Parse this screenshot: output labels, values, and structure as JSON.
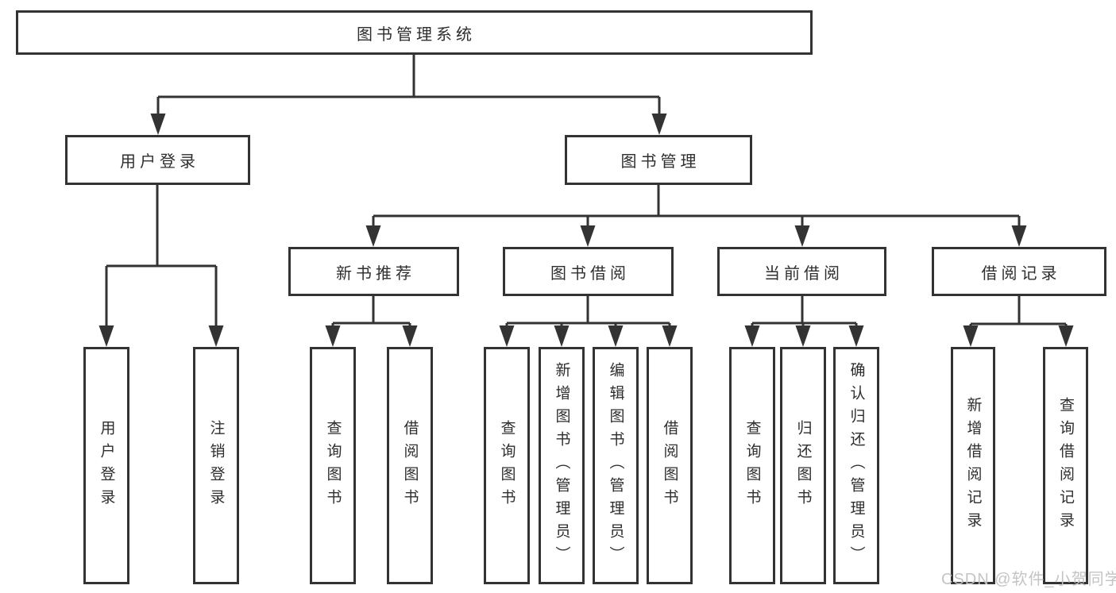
{
  "diagram": {
    "tree": {
      "root": {
        "label": "图书管理系统"
      },
      "level2": [
        {
          "label": "用户登录",
          "children": [
            {
              "label": "用户登录"
            },
            {
              "label": "注销登录"
            }
          ]
        },
        {
          "label": "图书管理",
          "children": [
            {
              "label": "新书推荐",
              "children": [
                {
                  "label": "查询图书"
                },
                {
                  "label": "借阅图书"
                }
              ]
            },
            {
              "label": "图书借阅",
              "children": [
                {
                  "label": "查询图书"
                },
                {
                  "label": "新增图书（管理员）"
                },
                {
                  "label": "编辑图书（管理员）"
                },
                {
                  "label": "借阅图书"
                }
              ]
            },
            {
              "label": "当前借阅",
              "children": [
                {
                  "label": "查询图书"
                },
                {
                  "label": "归还图书"
                },
                {
                  "label": "确认归还（管理员）"
                }
              ]
            },
            {
              "label": "借阅记录",
              "children": [
                {
                  "label": "新增借阅记录"
                },
                {
                  "label": "查询借阅记录"
                }
              ]
            }
          ]
        }
      ]
    },
    "watermark": "CSDN @软件_小贺同学",
    "colors": {
      "line": "#333333",
      "text": "#2e2e2e",
      "watermark": "#c1c1c1",
      "background": "#ffffff"
    }
  }
}
